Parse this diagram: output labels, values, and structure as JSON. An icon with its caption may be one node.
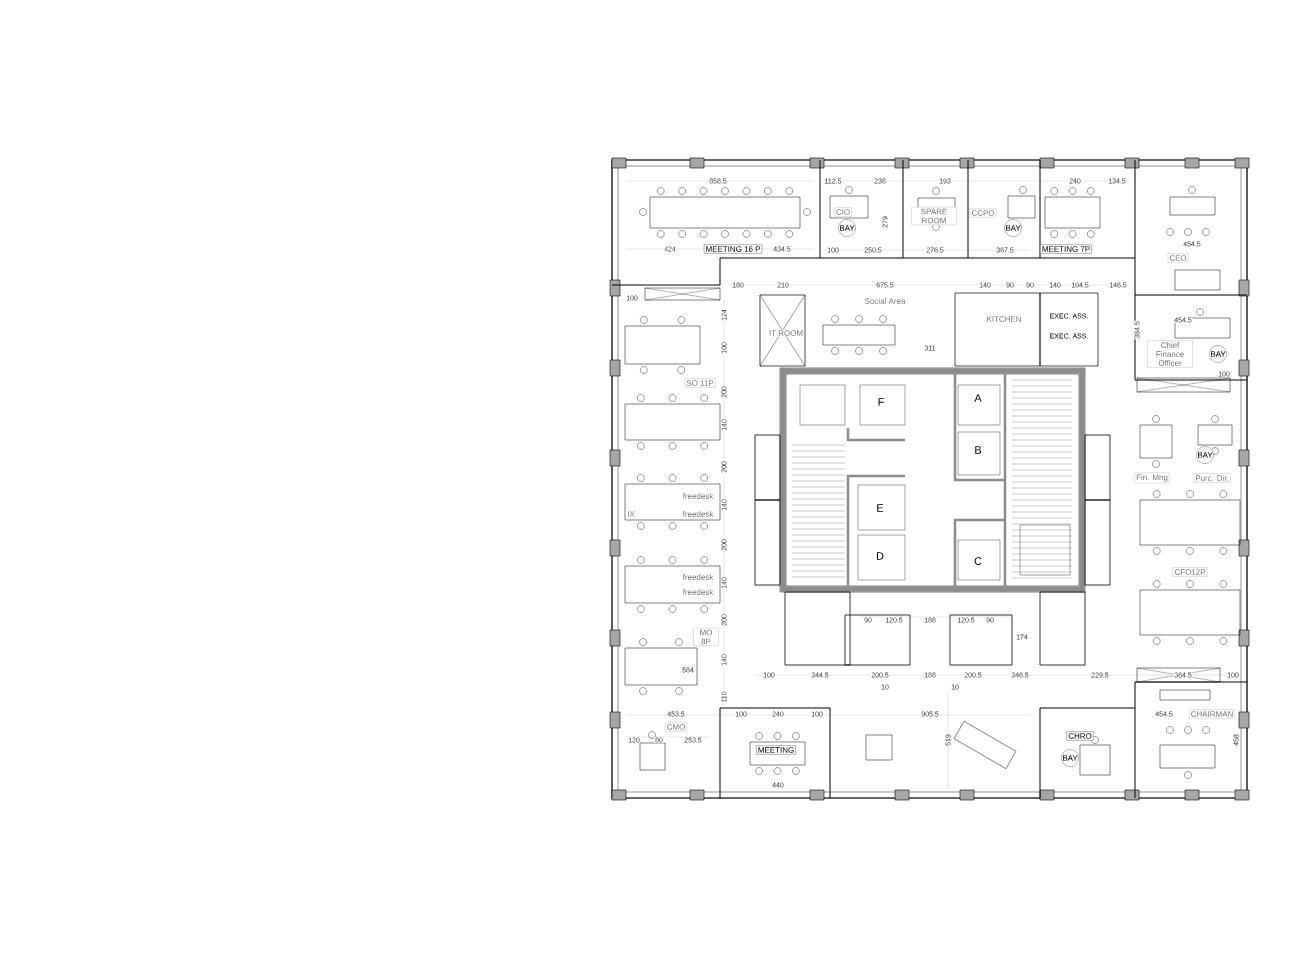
{
  "diagram": {
    "nodes": [
      {
        "text": [
          "MEETING 16 P"
        ]
      },
      {
        "text": [
          "CIO"
        ]
      },
      {
        "text": [
          "SPARE ROOM"
        ]
      },
      {
        "text": [
          "CCPO"
        ]
      },
      {
        "text": [
          "MEETING 7P"
        ]
      },
      {
        "text": [
          "BAY"
        ]
      },
      {
        "text": [
          "BAY"
        ]
      },
      {
        "text": [
          "CEO"
        ]
      },
      {
        "text": [
          "IT ROOM"
        ]
      },
      {
        "text": [
          "Social Area"
        ]
      },
      {
        "text": [
          "KITCHEN"
        ]
      },
      {
        "text": [
          "EXEC. ASS."
        ]
      },
      {
        "text": [
          "EXEC. ASS."
        ]
      },
      {
        "text": [
          "Chief Finance Officer"
        ]
      },
      {
        "text": [
          "BAY"
        ]
      },
      {
        "text": [
          "SO 11P"
        ]
      },
      {
        "text": [
          "F"
        ]
      },
      {
        "text": [
          "A"
        ]
      },
      {
        "text": [
          "B"
        ]
      },
      {
        "text": [
          "Fin. Mng"
        ]
      },
      {
        "text": [
          "BAY"
        ]
      },
      {
        "text": [
          "Purc. Dir."
        ]
      },
      {
        "text": [
          "freedesk"
        ]
      },
      {
        "text": [
          "freedesk"
        ]
      },
      {
        "text": [
          "IX"
        ]
      },
      {
        "text": [
          "E"
        ]
      },
      {
        "text": [
          "D"
        ]
      },
      {
        "text": [
          "C"
        ]
      },
      {
        "text": [
          "CFO12P"
        ]
      },
      {
        "text": [
          "freedesk"
        ]
      },
      {
        "text": [
          "freedesk"
        ]
      },
      {
        "text": [
          "MO 8P"
        ]
      },
      {
        "text": [
          "CMO"
        ]
      },
      {
        "text": [
          "MEETING"
        ]
      },
      {
        "text": [
          "CHRO"
        ]
      },
      {
        "text": [
          "BAY"
        ]
      },
      {
        "text": [
          "CHAIRMAN"
        ]
      }
    ],
    "labels": [
      "858.5",
      "112.5",
      "238",
      "193",
      "240",
      "134.5",
      "279",
      "424",
      "434.5",
      "100",
      "250.5",
      "276.5",
      "367.5",
      "454.5",
      "180",
      "210",
      "675.5",
      "140",
      "90",
      "90",
      "140",
      "104.5",
      "146.5",
      "100",
      "124",
      "454.5",
      "384.5",
      "100",
      "311",
      "100",
      "200",
      "140",
      "200",
      "140",
      "200",
      "140",
      "200",
      "90",
      "120.5",
      "188",
      "120.5",
      "90",
      "174",
      "140",
      "584",
      "100",
      "344.5",
      "200.5",
      "188",
      "200.5",
      "346.5",
      "229.5",
      "364.5",
      "100",
      "10",
      "10",
      "110",
      "453.5",
      "100",
      "240",
      "100",
      "905.5",
      "454.5",
      "120",
      "80",
      "253.5",
      "519",
      "458",
      "440"
    ]
  }
}
